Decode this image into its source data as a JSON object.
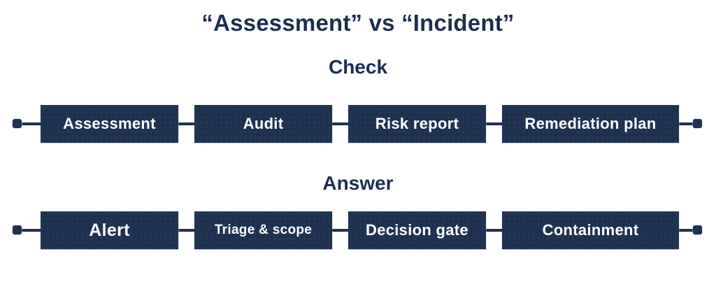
{
  "title": "“Assessment” vs “Incident”",
  "colors": {
    "navy": "#1d2e4e",
    "box": "#1e3150",
    "label": "#ffffff",
    "bg": "#ffffff"
  },
  "flows": [
    {
      "heading": "Check",
      "nodes": [
        "Assessment",
        "Audit",
        "Risk report",
        "Remediation plan"
      ]
    },
    {
      "heading": "Answer",
      "nodes": [
        "Alert",
        "Triage & scope",
        "Decision gate",
        "Containment"
      ]
    }
  ]
}
